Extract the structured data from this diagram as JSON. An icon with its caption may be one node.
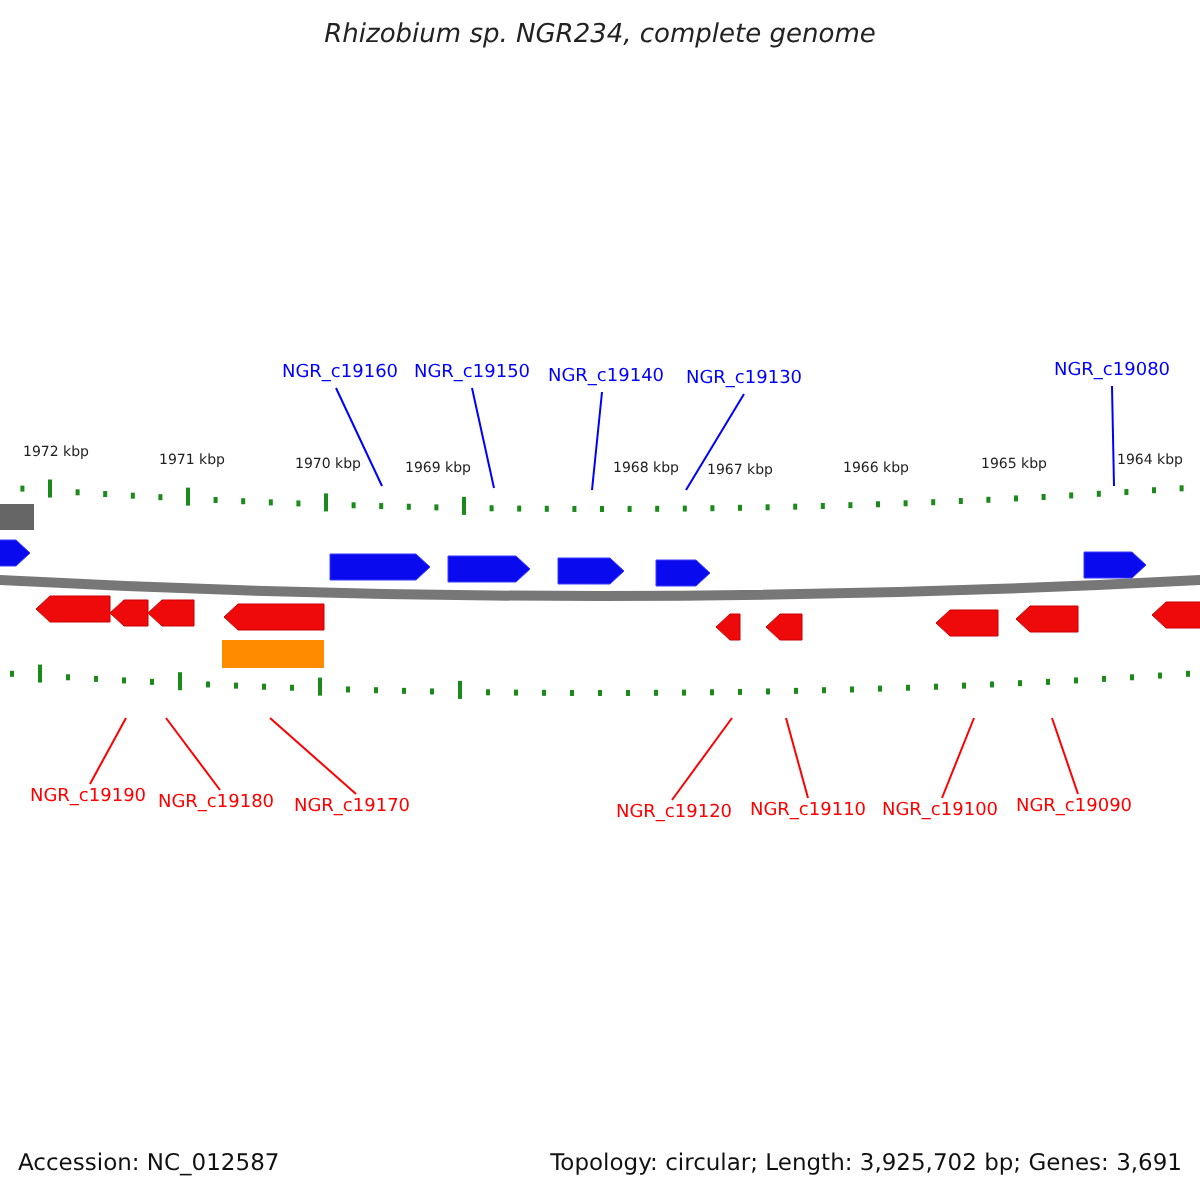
{
  "diagram": {
    "title": "Rhizobium sp. NGR234, complete genome",
    "nodes": [
      {
        "text": [
          "NGR_c19160"
        ]
      },
      {
        "text": [
          "NGR_c19150"
        ]
      },
      {
        "text": [
          "NGR_c19140"
        ]
      },
      {
        "text": [
          "NGR_c19130"
        ]
      },
      {
        "text": [
          "NGR_c19080"
        ]
      },
      {
        "text": [
          "NGR_c19190"
        ]
      },
      {
        "text": [
          "NGR_c19180"
        ]
      },
      {
        "text": [
          "NGR_c19170"
        ]
      },
      {
        "text": [
          "NGR_c19120"
        ]
      },
      {
        "text": [
          "NGR_c19110"
        ]
      },
      {
        "text": [
          "NGR_c19100"
        ]
      },
      {
        "text": [
          "NGR_c19090"
        ]
      }
    ],
    "edges": [
      {
        "from": 0,
        "to": null,
        "arrow": "none",
        "color": "#0000ff"
      },
      {
        "from": 1,
        "to": null,
        "arrow": "none",
        "color": "#0000ff"
      },
      {
        "from": 2,
        "to": null,
        "arrow": "none",
        "color": "#0000ff"
      },
      {
        "from": 3,
        "to": null,
        "arrow": "none",
        "color": "#0000ff"
      },
      {
        "from": 4,
        "to": null,
        "arrow": "none",
        "color": "#0000ff"
      },
      {
        "from": 5,
        "to": null,
        "arrow": "none"
      },
      {
        "from": 6,
        "to": null,
        "arrow": "none"
      },
      {
        "from": 7,
        "to": null,
        "arrow": "none"
      },
      {
        "from": 8,
        "to": null,
        "arrow": "none"
      },
      {
        "from": 9,
        "to": null,
        "arrow": "none"
      },
      {
        "from": 10,
        "to": null,
        "arrow": "none"
      },
      {
        "from": 11,
        "to": null,
        "arrow": "none"
      }
    ],
    "labels": [
      "1972 kbp",
      "1971 kbp",
      "1970 kbp",
      "1969 kbp",
      "1968 kbp",
      "1967 kbp",
      "1966 kbp",
      "1965 kbp",
      "1964 kbp",
      "Accession: NC_012587",
      "Topology: circular; Length: 3,925,702 bp; Genes: 3,691"
    ]
  }
}
